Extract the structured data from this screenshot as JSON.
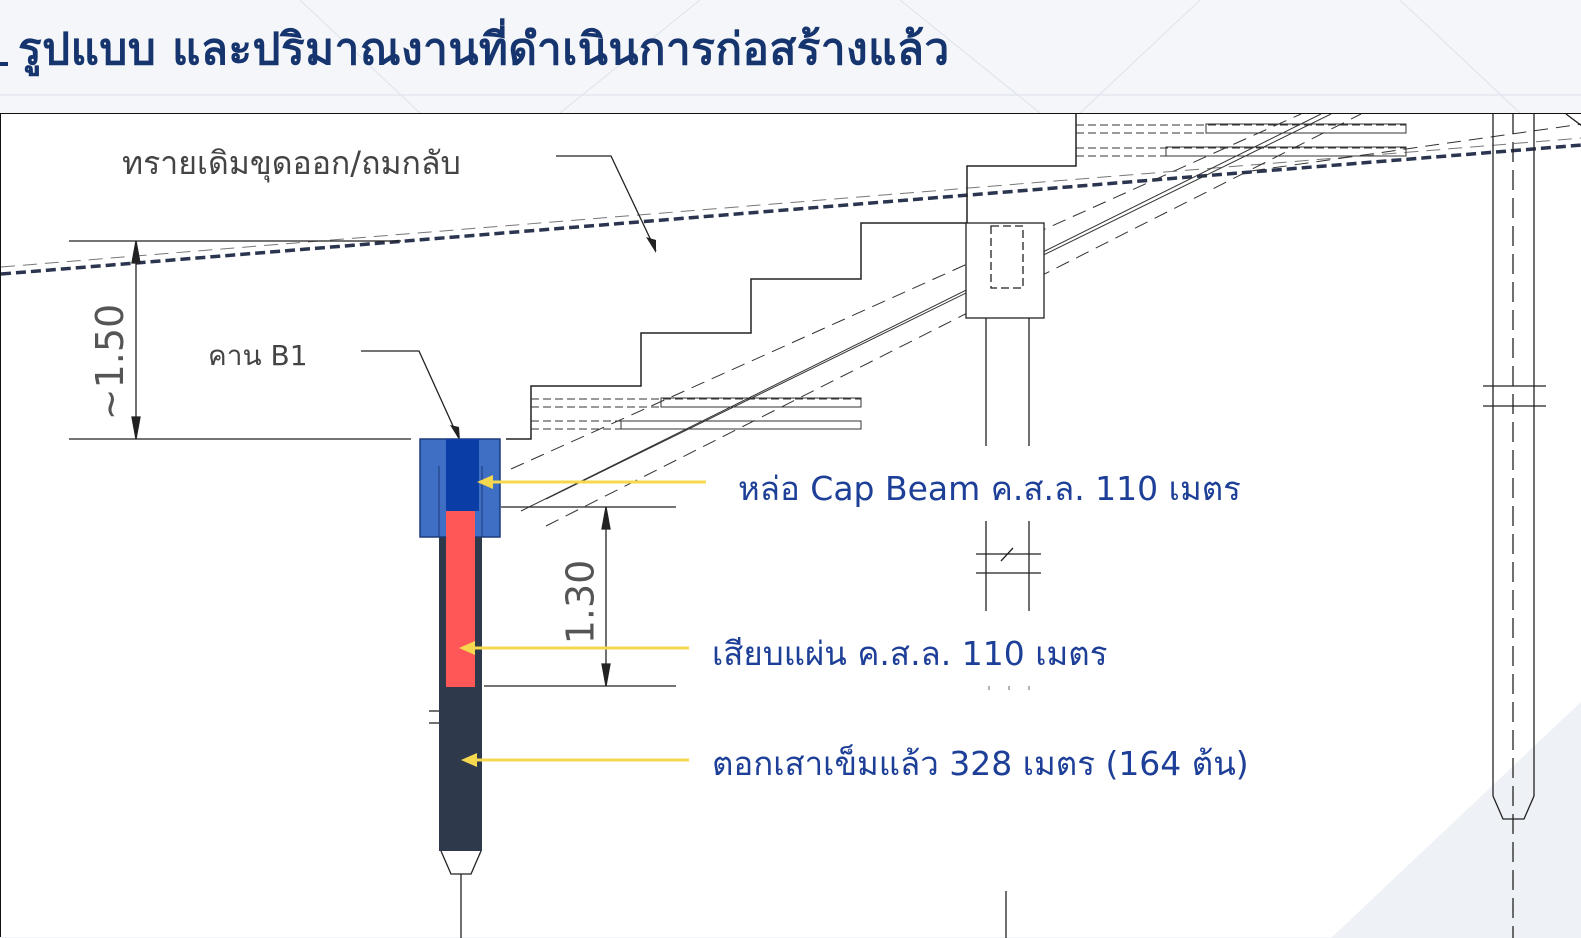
{
  "page": {
    "title": "รูปแบบ และปริมาณงานที่ดำเนินการก่อสร้างแล้ว"
  },
  "drawing": {
    "notes": {
      "sand": "ทรายเดิมขุดออก/ถมกลับ",
      "beam": "คาน B1",
      "dim_top": "~1.50",
      "dim_bottom": "1.30"
    },
    "callouts": {
      "cap_beam": "หล่อ Cap Beam ค.ส.ล. 110 เมตร",
      "sheet": "เสียบแผ่น ค.ส.ล. 110 เมตร",
      "pile": "ตอกเสาเข็มแล้ว 328 เมตร (164 ต้น)"
    },
    "colors": {
      "cap_beam_outer": "#3f6fc4",
      "cap_beam_core": "#0a3da6",
      "sheet_pile": "#ff5757",
      "pile": "#2e3a4c",
      "callout_arrow": "#f5d84e",
      "callout_text": "#1d3f97",
      "title": "#16356e"
    }
  }
}
